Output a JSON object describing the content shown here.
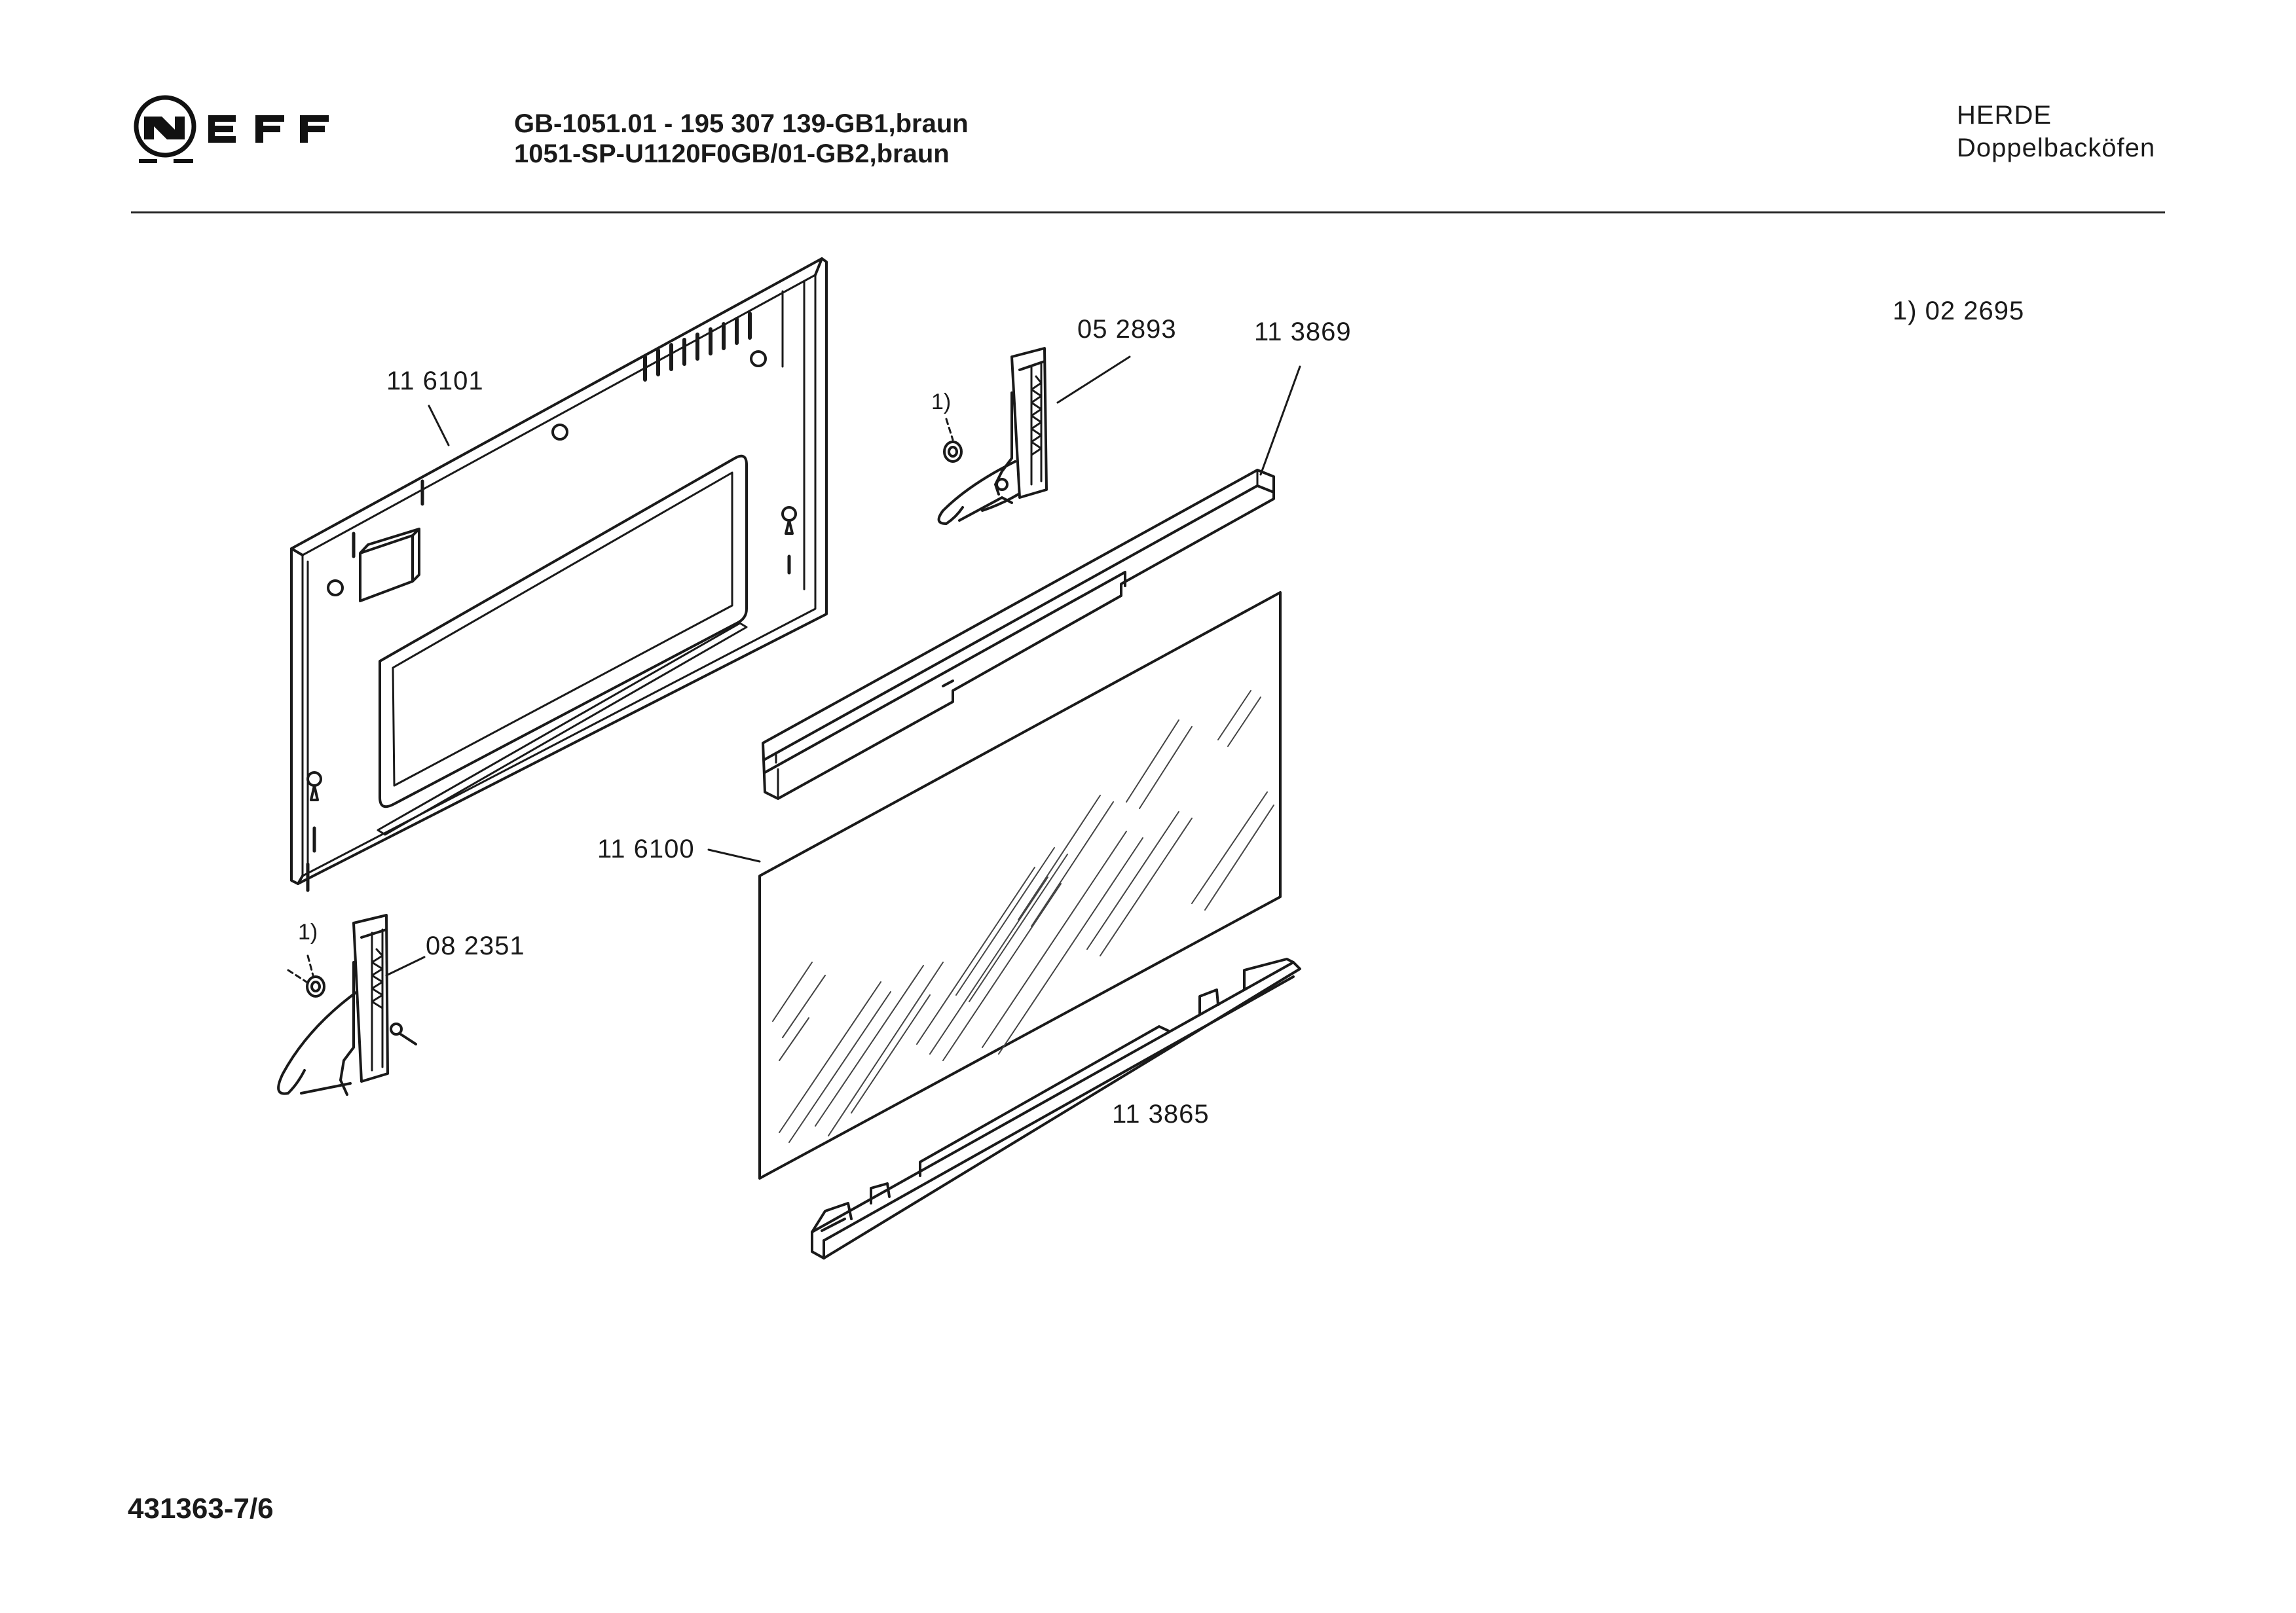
{
  "header": {
    "brand": "NEFF",
    "title_line1": "GB-1051.01 - 195 307 139-GB1,braun",
    "title_line2": "1051-SP-U1120F0GB/01-GB2,braun",
    "category": "HERDE",
    "subcategory": "Doppelbacköfen"
  },
  "footnote": "1) 02 2695",
  "parts": {
    "door_inner_panel": "11 6101",
    "upper_hinge": "05 2893",
    "upper_trim": "11 3869",
    "glass_pane": "11 6100",
    "lower_hinge": "08 2351",
    "lower_trim": "11 3865",
    "ref_upper": "1)",
    "ref_lower": "1)"
  },
  "footer": {
    "document_number": "431363-7/6"
  }
}
